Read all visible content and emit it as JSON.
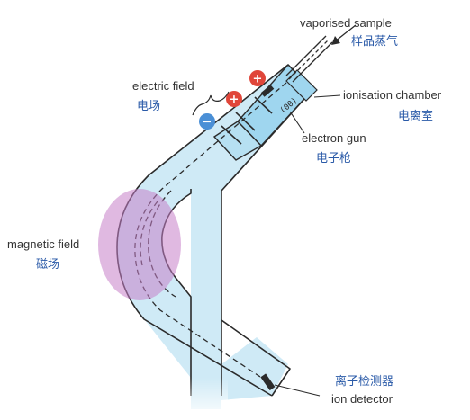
{
  "labels": {
    "vaporised_sample": {
      "en": "vaporised sample",
      "zh": "样品蒸气"
    },
    "electric_field": {
      "en": "electric field",
      "zh": "电场"
    },
    "ionisation_chamber": {
      "en": "ionisation chamber",
      "zh": "电离室"
    },
    "electron_gun": {
      "en": "electron gun",
      "zh": "电子枪"
    },
    "magnetic_field": {
      "en": "magnetic field",
      "zh": "磁场"
    },
    "ion_detector": {
      "en": "ion detector",
      "zh": "离子检测器"
    }
  },
  "plates": {
    "positive": "+",
    "negative": "−"
  },
  "electron_gun_symbol": "(00)",
  "colors": {
    "tube_fill": "#cfeaf6",
    "tube_outline": "#2b2b2b",
    "chamber_fill": "#9fd6ef",
    "magnet": "#c77fc9",
    "positive_plate": "#e0463a",
    "negative_plate": "#4a8fd6",
    "chinese_text": "#2a5aa8",
    "english_text": "#333333"
  }
}
